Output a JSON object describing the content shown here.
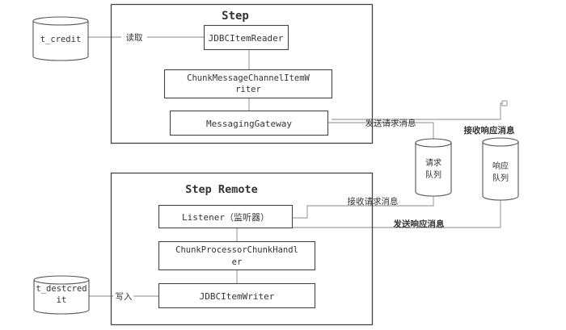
{
  "step": {
    "title": "Step",
    "reader": "JDBCItemReader",
    "writer_line1": "ChunkMessageChannelItemW",
    "writer_line2": "riter",
    "gateway": "MessagingGateway"
  },
  "remote": {
    "title": "Step Remote",
    "listener": "Listener（监听器）",
    "handler_line1": "ChunkProcessorChunkHandl",
    "handler_line2": "er",
    "writer": "JDBCItemWriter"
  },
  "datastores": {
    "source": "t_credit",
    "target_line1": "t_destcred",
    "target_line2": "it"
  },
  "queues": {
    "request_line1": "请求",
    "request_line2": "队列",
    "response_line1": "响应",
    "response_line2": "队列"
  },
  "labels": {
    "read": "读取",
    "write": "写入",
    "send_request": "发送请求消息",
    "receive_response": "接收响应消息",
    "receive_request": "接收请求消息",
    "send_response": "发送响应消息"
  }
}
